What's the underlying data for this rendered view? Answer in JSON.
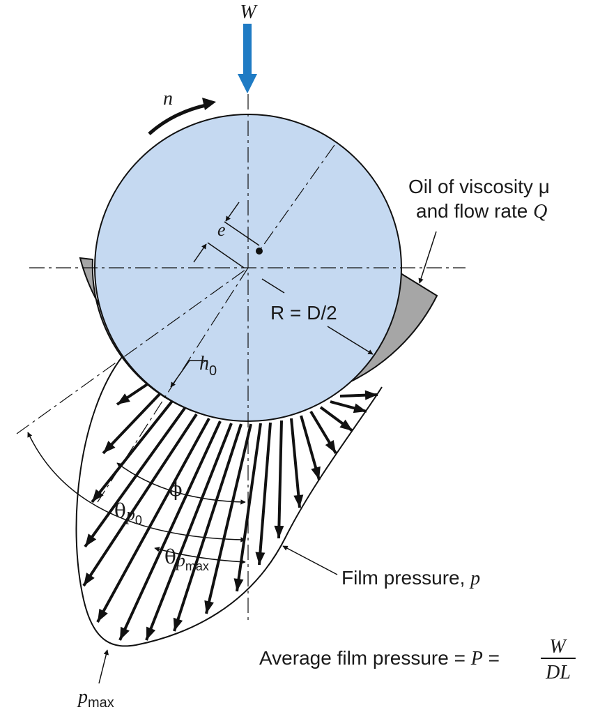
{
  "labels": {
    "load": "W",
    "rotation": "n",
    "eccentricity": "e",
    "radius": "R = D/2",
    "min_film": "h",
    "min_film_sub": "0",
    "oil_line1": "Oil of viscosity μ",
    "oil_line2_pre": "and flow rate ",
    "oil_line2_var": "Q",
    "phi": "ϕ",
    "theta_p0_theta": "θ",
    "theta_p0_p": "p",
    "theta_p0_sub": "0",
    "theta_pmax_theta": "θ",
    "theta_pmax_p": "p",
    "theta_pmax_sub": "max",
    "film_pressure_pre": "Film pressure, ",
    "film_pressure_var": "p",
    "avg_pressure_pre": "Average film pressure = ",
    "avg_pressure_var": "P",
    "avg_pressure_eq": " = ",
    "avg_numerator": "W",
    "avg_denominator": "DL",
    "pmax_p": "p",
    "pmax_sub": "max"
  },
  "colors": {
    "journal_fill": "#c5d9f1",
    "bearing_fill": "#a6a6a6",
    "load_arrow": "#1f7bc4",
    "ink": "#111111"
  }
}
